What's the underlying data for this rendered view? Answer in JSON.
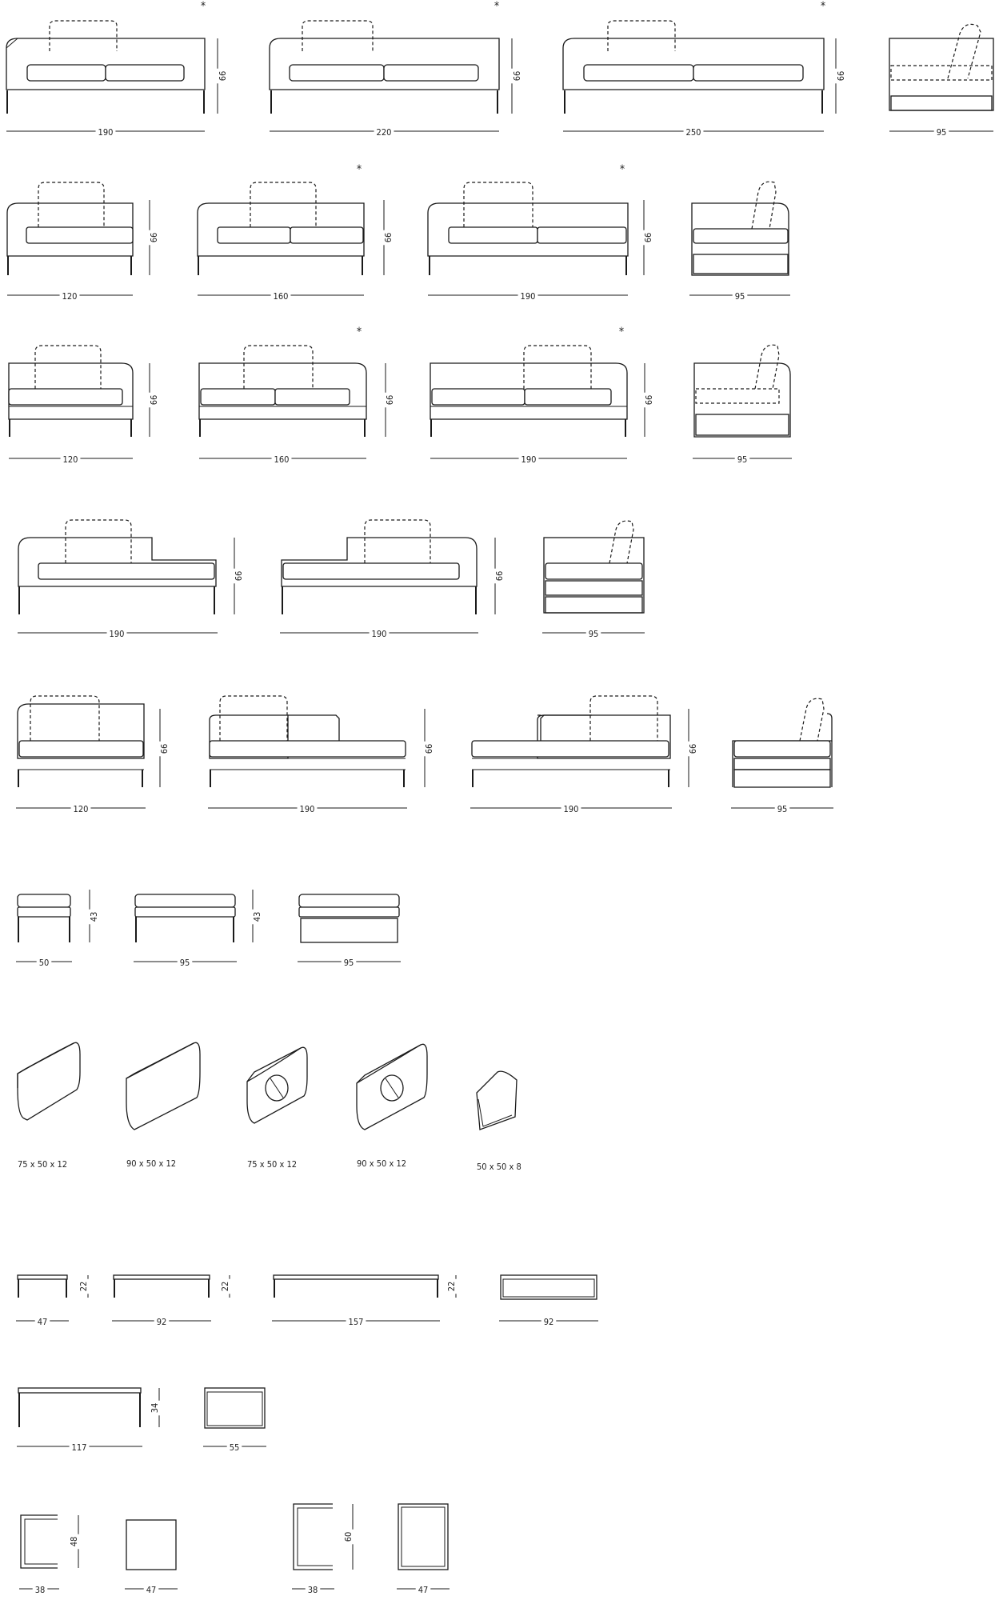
{
  "rows": {
    "sofas": [
      {
        "width": "190",
        "height": "66",
        "mark": "*"
      },
      {
        "width": "220",
        "height": "66",
        "mark": "*"
      },
      {
        "width": "250",
        "height": "66",
        "mark": "*"
      },
      {
        "width": "95"
      }
    ],
    "row2": [
      {
        "width": "120",
        "height": "66"
      },
      {
        "width": "160",
        "height": "66",
        "mark": "*"
      },
      {
        "width": "190",
        "height": "66",
        "mark": "*"
      },
      {
        "width": "95"
      }
    ],
    "row3": [
      {
        "width": "120",
        "height": "66"
      },
      {
        "width": "160",
        "height": "66",
        "mark": "*"
      },
      {
        "width": "190",
        "height": "66",
        "mark": "*"
      },
      {
        "width": "95"
      }
    ],
    "chaise": [
      {
        "width": "190",
        "height": "66"
      },
      {
        "width": "190",
        "height": "66"
      },
      {
        "width": "95"
      }
    ],
    "open": [
      {
        "width": "120",
        "height": "66"
      },
      {
        "width": "190",
        "height": "66"
      },
      {
        "width": "190",
        "height": "66"
      },
      {
        "width": "95"
      }
    ],
    "ottomans": [
      {
        "width": "50",
        "height": "43"
      },
      {
        "width": "95",
        "height": "43"
      },
      {
        "width": "95"
      }
    ],
    "cushions": [
      {
        "label": "75 x 50 x 12"
      },
      {
        "label": "90 x 50 x 12"
      },
      {
        "label": "75 x 50 x 12"
      },
      {
        "label": "90 x 50 x 12"
      },
      {
        "label": "50 x 50 x 8"
      }
    ],
    "low_tables": [
      {
        "width": "47",
        "height": "22"
      },
      {
        "width": "92",
        "height": "22"
      },
      {
        "width": "157",
        "height": "22"
      },
      {
        "width": "92"
      }
    ],
    "coffee_tables": [
      {
        "width": "117",
        "height": "34"
      },
      {
        "width": "55"
      }
    ],
    "side_tables": [
      {
        "width": "38",
        "height": "48"
      },
      {
        "width": "47"
      },
      {
        "width": "38",
        "height": "60"
      },
      {
        "width": "47"
      }
    ]
  }
}
